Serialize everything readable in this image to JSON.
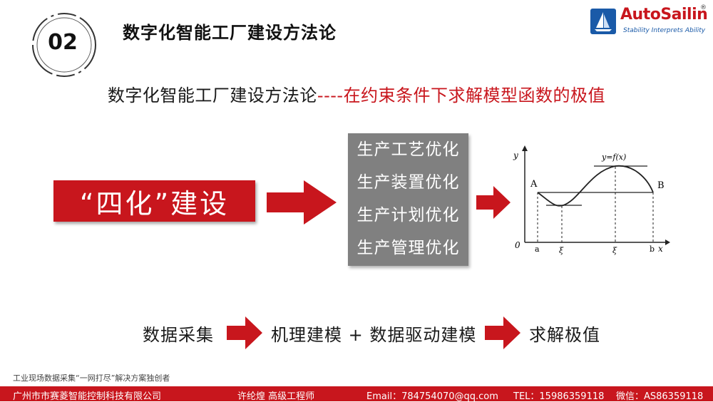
{
  "header": {
    "section_number": "02",
    "title": "数字化智能工厂建设方法论"
  },
  "logo": {
    "name": "AutoSailin",
    "registered": "®",
    "tagline": "Stability Interprets Ability"
  },
  "subtitle": {
    "black_part": "数字化智能工厂建设方法论",
    "red_part": "----在约束条件下求解模型函数的极值"
  },
  "four_transformations": {
    "label": "“四化”建设",
    "items": [
      "生产工艺优化",
      "生产装置优化",
      "生产计划优化",
      "生产管理优化"
    ]
  },
  "graph": {
    "y_axis": "y",
    "x_axis": "x",
    "origin": "0",
    "function_label": "y=f(x)",
    "point_a": "A",
    "point_b": "B",
    "tick_a": "a",
    "tick_xi1": "ξ",
    "tick_xi2": "ξ",
    "tick_b": "b"
  },
  "flow": {
    "step1": "数据采集",
    "step2": "机理建模 + 数据驱动建模",
    "step3": "求解极值"
  },
  "footnote": "工业现场数据采集“一网打尽”解决方案独创者",
  "footer": {
    "company": "广州市市赛菱智能控制科技有限公司",
    "person": "许纶煌    高级工程师",
    "email": "Email：784754070@qq.com",
    "tel": "TEL：15986359118",
    "wechat": "微信：AS86359118"
  },
  "colors": {
    "accent_red": "#c8161d",
    "box_gray": "#808080",
    "logo_blue": "#1a5aa8"
  }
}
